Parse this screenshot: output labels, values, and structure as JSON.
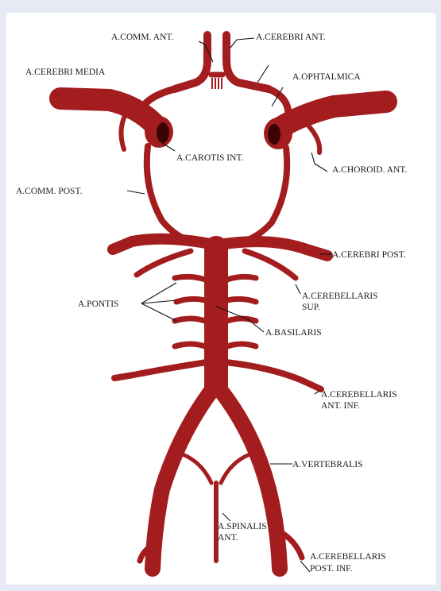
{
  "colors": {
    "artery": "#a31d1f",
    "artery_dark": "#3a0406",
    "background": "#e6eaf4",
    "panel": "#ffffff",
    "text": "#1a1a1a"
  },
  "labels": {
    "comm_ant": "A.COMM. ANT.",
    "cerebri_ant": "A.CEREBRI ANT.",
    "cerebri_media": "A.CEREBRI MEDIA",
    "ophtalmica": "A.OPHTALMICA",
    "carotis_int": "A.CAROTIS INT.",
    "choroid_ant": "A.CHOROID. ANT.",
    "comm_post": "A.COMM. POST.",
    "cerebri_post": "A.CEREBRI POST.",
    "cerebellaris_sup_1": "A.CEREBELLARIS",
    "cerebellaris_sup_2": "SUP.",
    "pontis": "A.PONTIS",
    "basilaris": "A.BASILARIS",
    "cerebellaris_ant_inf_1": "A.CEREBELLARIS",
    "cerebellaris_ant_inf_2": "ANT. INF.",
    "vertebralis": "A.VERTEBRALIS",
    "spinalis_ant_1": "A.SPINALIS",
    "spinalis_ant_2": "ANT.",
    "cerebellaris_post_inf_1": "A.CEREBELLARIS",
    "cerebellaris_post_inf_2": "POST. INF."
  }
}
